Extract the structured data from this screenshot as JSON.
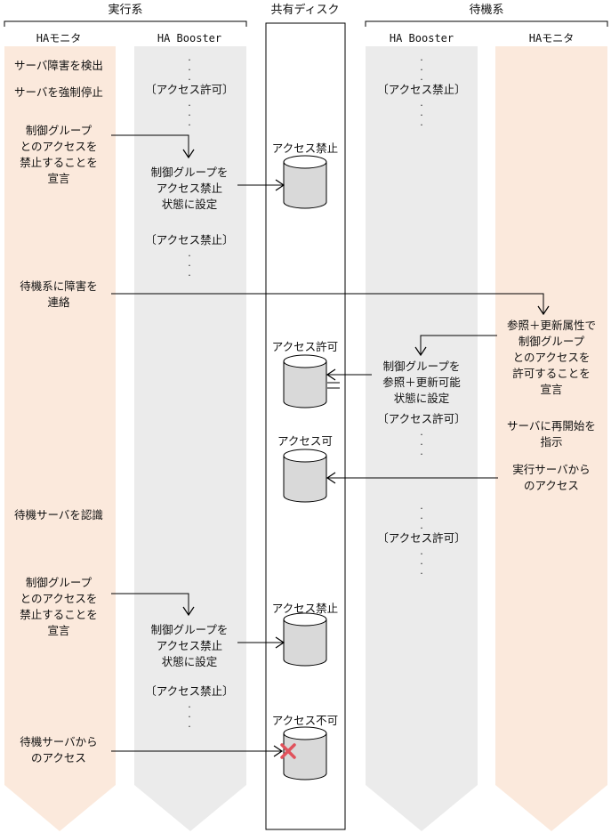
{
  "groups": {
    "active": "実行系",
    "shared_disk": "共有ディスク",
    "standby": "待機系"
  },
  "columns": {
    "active_monitor": "HAモニタ",
    "active_booster": "HA Booster",
    "standby_booster": "HA Booster",
    "standby_monitor": "HAモニタ"
  },
  "active_monitor_steps": {
    "s1": "サーバ障害を検出",
    "s2": "サーバを強制停止",
    "s3": [
      "制御グループ",
      "とのアクセスを",
      "禁止することを",
      "宣言"
    ],
    "s4": [
      "待機系に障害を",
      "連絡"
    ],
    "s5": "待機サーバを認識",
    "s6": [
      "制御グループ",
      "とのアクセスを",
      "禁止することを",
      "宣言"
    ],
    "s7": [
      "待機サーバから",
      "のアクセス"
    ]
  },
  "active_booster_steps": {
    "b1": "〔アクセス許可〕",
    "b2": [
      "制御グループを",
      "アクセス禁止",
      "状態に設定"
    ],
    "b3": "〔アクセス禁止〕",
    "b4": [
      "制御グループを",
      "アクセス禁止",
      "状態に設定"
    ],
    "b5": "〔アクセス禁止〕"
  },
  "disk_states": {
    "d1": "アクセス禁止",
    "d2": "アクセス許可",
    "d3": "アクセス可",
    "d4": "アクセス禁止",
    "d5": "アクセス不可"
  },
  "standby_booster_steps": {
    "sb1": "〔アクセス禁止〕",
    "sb2": [
      "制御グループを",
      "参照＋更新可能",
      "状態に設定"
    ],
    "sb3": "〔アクセス許可〕",
    "sb4": "〔アクセス許可〕"
  },
  "standby_monitor_steps": {
    "m1": [
      "参照＋更新属性で",
      "制御グループ",
      "とのアクセスを",
      "許可することを",
      "宣言"
    ],
    "m2": [
      "サーバに再開始を",
      "指示"
    ],
    "m3": [
      "実行サーバから",
      "のアクセス"
    ]
  },
  "colors": {
    "monitor_fill": "#fbe9dc",
    "booster_fill": "#ebebeb",
    "line": "#000000",
    "cross": "#e0525c"
  }
}
